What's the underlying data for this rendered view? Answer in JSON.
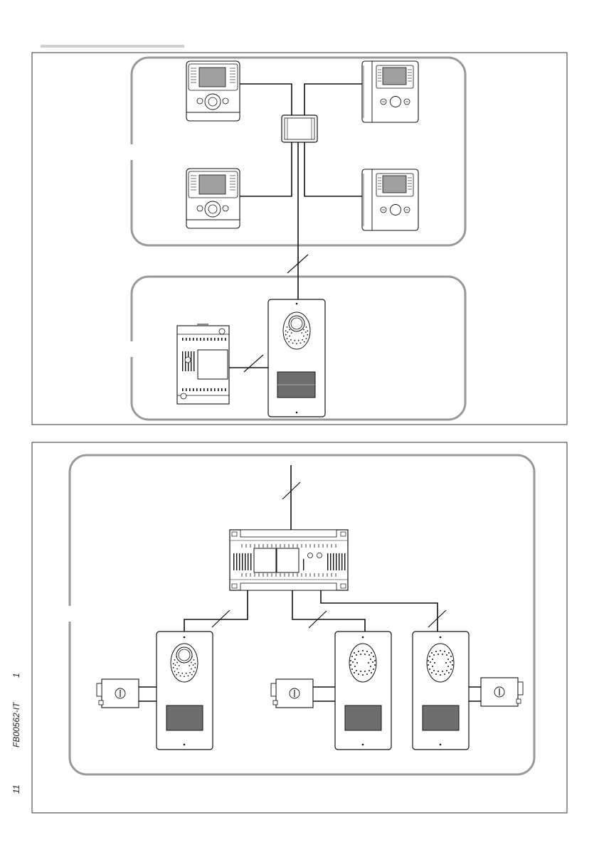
{
  "document": {
    "code": "FB00562-IT",
    "page_left": "11",
    "page_right": "1"
  },
  "colors": {
    "line": "#111111",
    "zone_border": "#9a9a9a",
    "header_bar": "#cfcfcf",
    "screen": "#8f8f8f",
    "button_panel": "#707070"
  },
  "icons": [
    "video-monitor-icon",
    "wall-monitor-icon",
    "distributor-icon",
    "power-supply-icon",
    "entry-panel-icon",
    "controller-icon",
    "electric-lock-icon"
  ]
}
